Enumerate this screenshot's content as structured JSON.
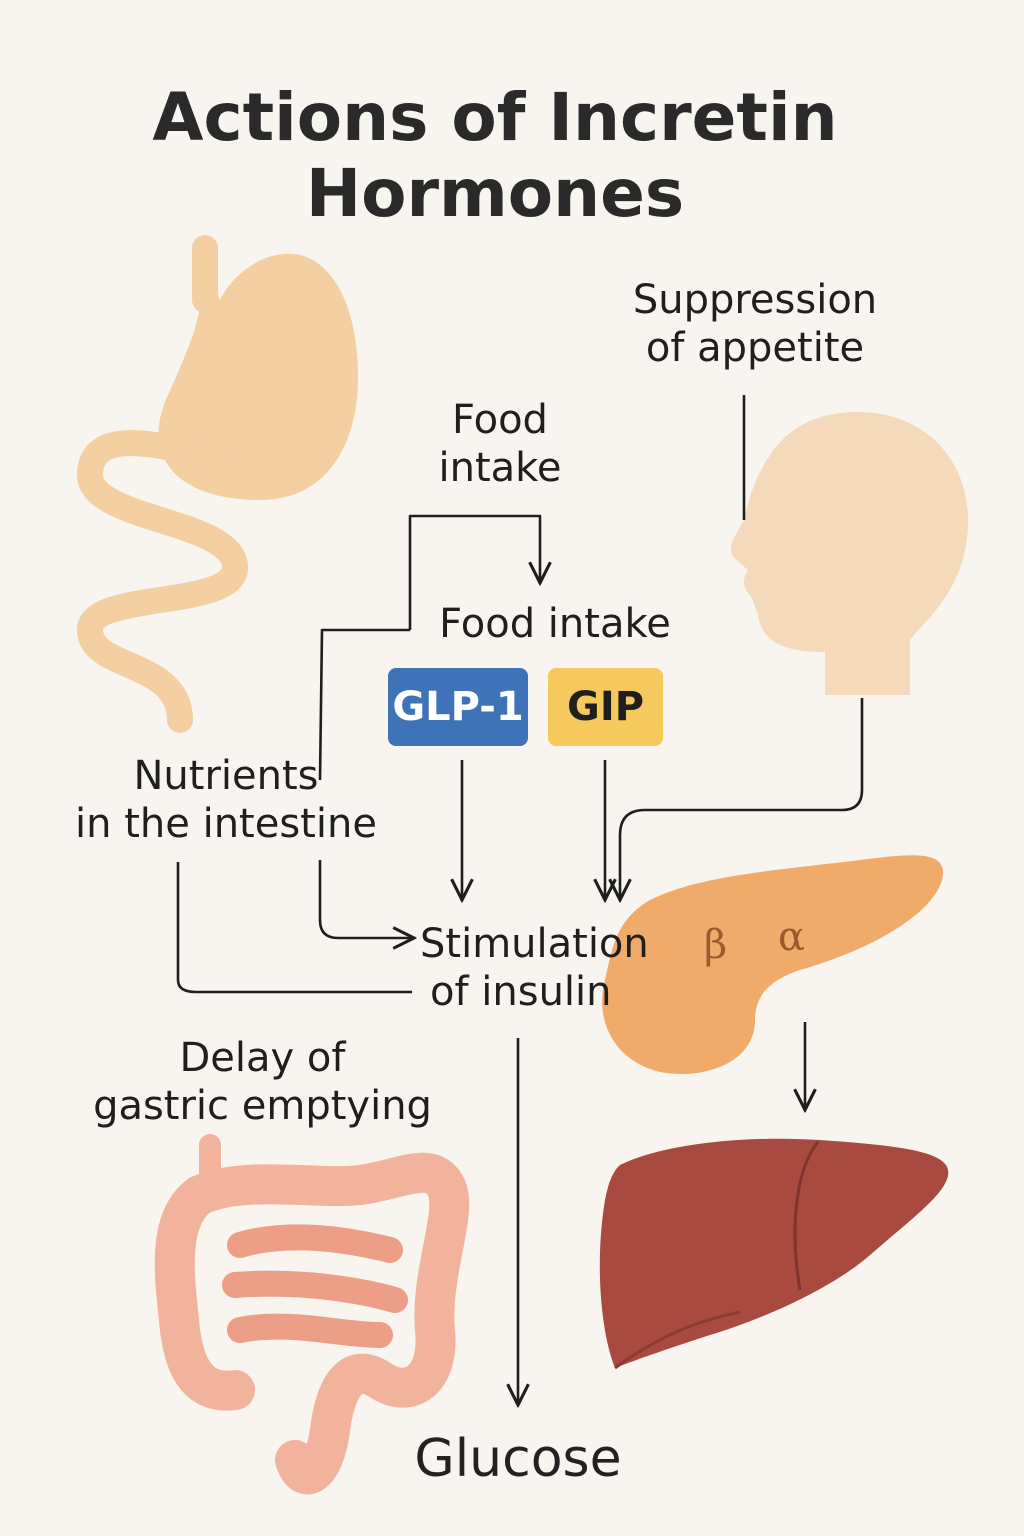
{
  "title": {
    "line1": "Actions of Incretin",
    "line2": "Hormones"
  },
  "labels": {
    "suppression_line1": "Suppression",
    "suppression_line2": "of appetite",
    "food_intake_top_line1": "Food",
    "food_intake_top_line2": "intake",
    "food_intake_mid": "Food intake",
    "nutrients_line1": "Nutrients",
    "nutrients_line2": "in the intestine",
    "stimulation_line1": "Stimulation",
    "stimulation_line2": "of insulin",
    "delay_line1": "Delay of",
    "delay_line2": "gastric emptying",
    "glucose": "Glucose"
  },
  "hormones": {
    "glp1": "GLP-1",
    "gip": "GIP"
  },
  "cells": {
    "beta": "β",
    "alpha": "α"
  },
  "icons": [
    "stomach-icon",
    "head-profile-icon",
    "pancreas-icon",
    "liver-icon",
    "intestines-icon"
  ],
  "colors": {
    "background": "#f8f5f1",
    "glp1": "#3f73b8",
    "gip": "#f5c95c",
    "stomach": "#f3cfa2",
    "head": "#f4d9bb",
    "pancreas": "#f0ab6a",
    "liver": "#a84a3f",
    "intestines": "#f2b39c"
  }
}
